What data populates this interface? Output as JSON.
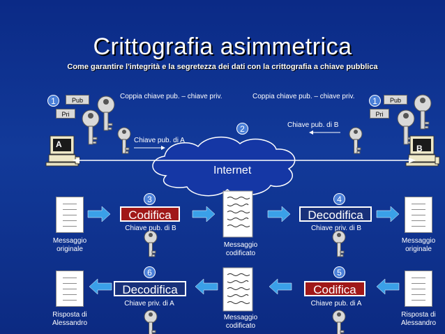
{
  "title": "Crittografia asimmetrica",
  "subtitle": "Come garantire l'integrità e la segretezza dei dati con la crittografia a chiave pubblica",
  "top": {
    "left_pair": "Coppia chiave pub. – chiave priv.",
    "right_pair": "Coppia chiave pub. – chiave priv.",
    "pub_tag": "Pub",
    "pri_tag": "Pri",
    "chiave_pub_a": "Chiave pub. di A",
    "chiave_pub_b": "Chiave pub. di B",
    "internet": "Internet",
    "pc_a": "A",
    "pc_b": "B"
  },
  "steps": {
    "s1l": "1",
    "s1r": "1",
    "s2": "2",
    "s3": "3",
    "s4": "4",
    "s5": "5",
    "s6": "6"
  },
  "row1": {
    "left_doc": "Messaggio originale",
    "box_left": "Codifica",
    "key_left": "Chiave pub. di B",
    "middle_doc": "Messaggio codificato",
    "box_right": "Decodifica",
    "key_right": "Chiave priv. di B",
    "right_doc": "Messaggio originale"
  },
  "row2": {
    "left_doc": "Risposta di Alessandro",
    "box_left": "Decodifica",
    "key_left": "Chiave priv. di A",
    "middle_doc": "Messaggio codificato",
    "box_right": "Codifica",
    "key_right": "Chiave pub. di A",
    "right_doc": "Risposta di Alessandro"
  },
  "colors": {
    "background": "#0b2a86",
    "red_box": "#a01818",
    "blue_box": "#18307a",
    "arrow": "#3aa0e8",
    "step_circle": "#4a7fd8"
  }
}
